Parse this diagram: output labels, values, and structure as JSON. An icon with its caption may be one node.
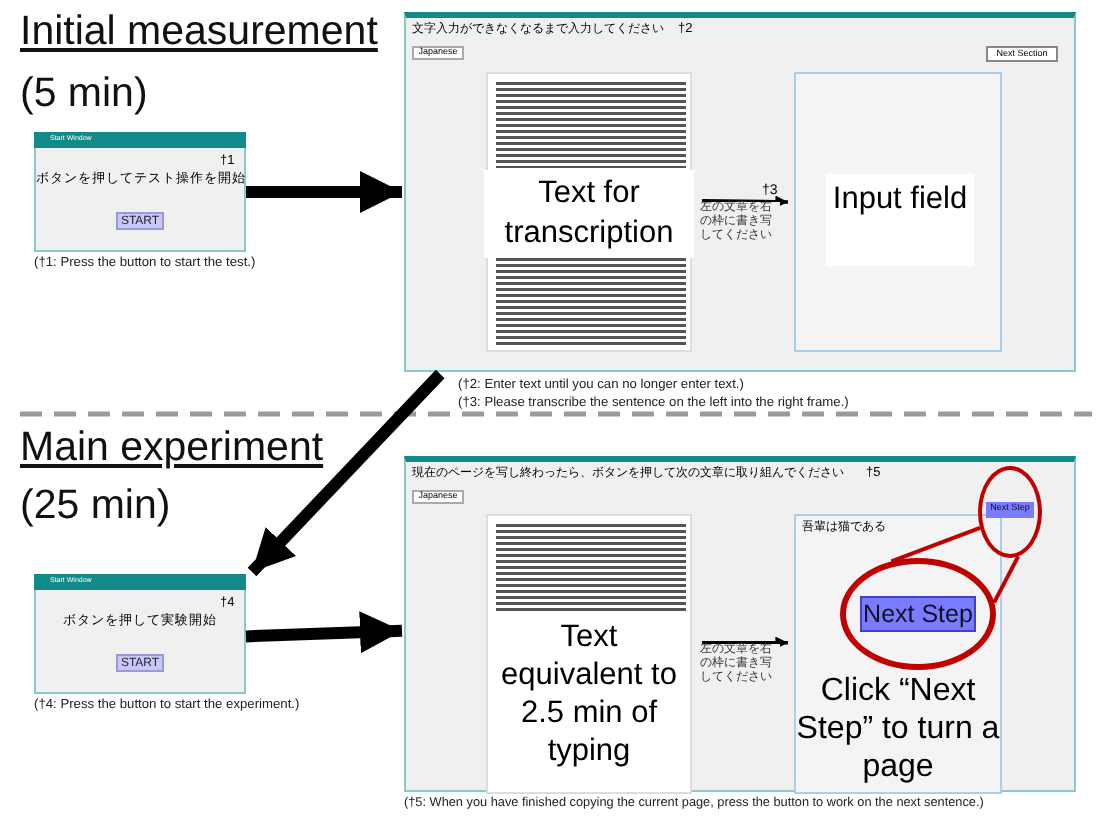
{
  "diagram": {
    "nodes": [
      {
        "text": [
          "Start Window",
          "ボタンを押してテスト操作を開始",
          "†1",
          "START"
        ],
        "beside": [
          "(†1: Press the button to start the test.)"
        ]
      },
      {
        "text": [
          "文字入力ができなくなるまで入力してください",
          "†2",
          "Japanese",
          "Next Section",
          "†3"
        ],
        "beside": [
          "(†2: Enter text until you can no longer enter text.)",
          "(†3: Please transcribe the sentence on the left into the right frame.)"
        ]
      },
      {
        "text": [
          "Text for transcription"
        ],
        "in": 1
      },
      {
        "text": [
          "Input field"
        ],
        "in": 1
      },
      {
        "text": [
          "Start Window",
          "ボタンを押して実験開始",
          "†4",
          "START"
        ],
        "beside": [
          "(†4: Press the button to start the experiment.)"
        ]
      },
      {
        "text": [
          "現在のページを写し終わったら、ボタンを押して次の文章に取り組んでください",
          "†5",
          "Japanese"
        ],
        "beside": [
          "(†5: When you have finished copying the current page, press the button to work on the next sentence.)"
        ]
      },
      {
        "text": [
          "Text equivalent to 2.5 min of typing"
        ],
        "in": 5
      },
      {
        "text": [
          "吾輩は猫である",
          "Click “Next Step” to turn a page"
        ],
        "in": 5
      },
      {
        "text": [
          "Next Step"
        ],
        "in": 5
      },
      {
        "text": [
          "Next Step"
        ],
        "in": 7
      }
    ],
    "edges": [
      {
        "from": 0,
        "to": 1,
        "arrow": "to",
        "style": "thick"
      },
      {
        "from": 2,
        "to": 3,
        "arrow": "to",
        "label": "左の文章を右の枠に書き写してください"
      },
      {
        "from": 1,
        "to": 4,
        "arrow": "to",
        "style": "thick"
      },
      {
        "from": 4,
        "to": 5,
        "arrow": "to",
        "style": "thick"
      },
      {
        "from": 6,
        "to": 7,
        "arrow": "to",
        "label": "左の文章を右の枠に書き写してください"
      },
      {
        "from": 8,
        "to": 9,
        "arrow": "none",
        "color": "#c00000"
      }
    ],
    "labels": [
      "Initial measurement",
      "(5 min)",
      "Main experiment",
      "(25 min)"
    ]
  }
}
